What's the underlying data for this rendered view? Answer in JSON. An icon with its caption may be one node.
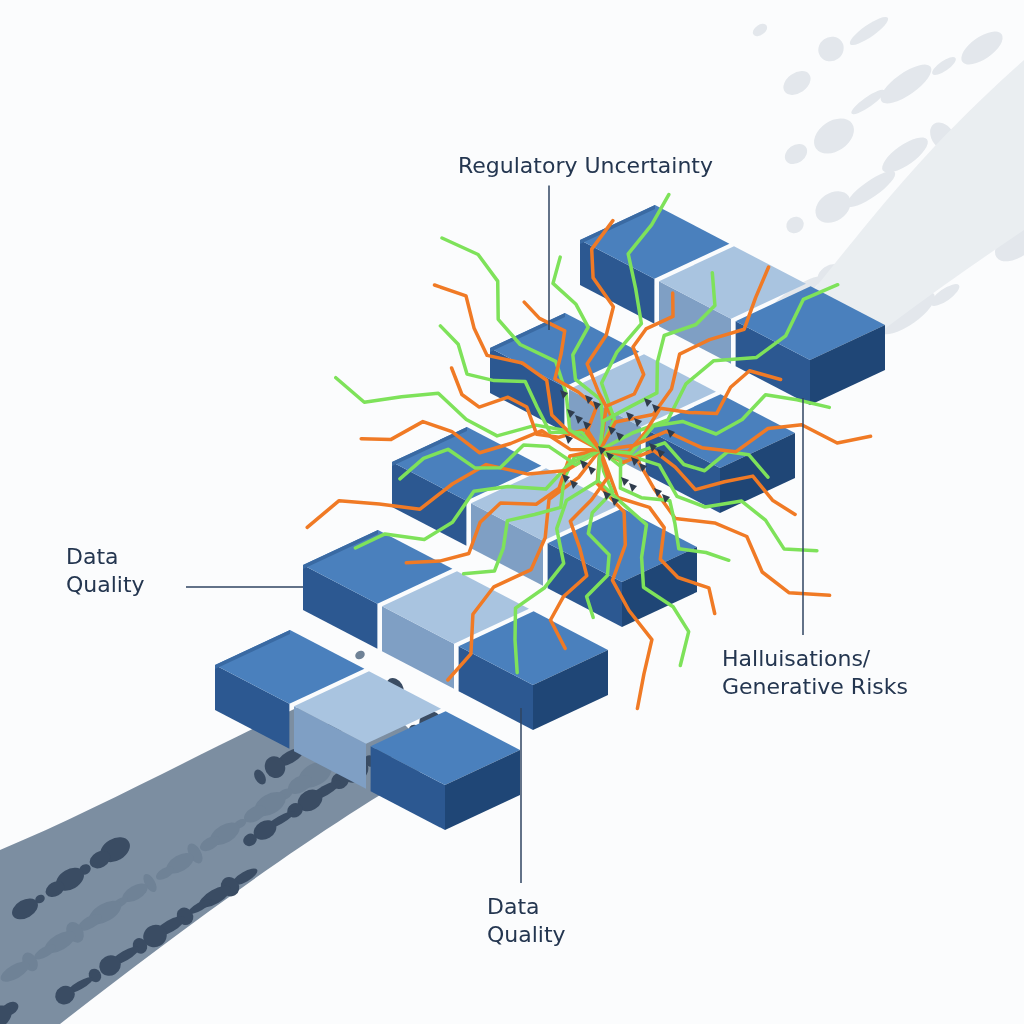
{
  "diagram": {
    "nodes": [
      {
        "text": [
          "Regulatory Uncertainty"
        ]
      },
      {
        "text": [],
        "shape": "bar"
      },
      {
        "text": [
          "Data Quality"
        ]
      },
      {
        "text": [],
        "shape": "bar"
      },
      {
        "text": [
          "Halluisations/ Generative Risks"
        ]
      },
      {
        "text": [],
        "shape": "bar"
      },
      {
        "text": [
          "Data Quality"
        ]
      },
      {
        "text": [],
        "shape": "bar"
      },
      {
        "text": [],
        "shape": "bar"
      }
    ],
    "edges": [
      {
        "from": 0,
        "to": 1,
        "arrow": "none"
      },
      {
        "from": 2,
        "to": 3,
        "arrow": "none"
      },
      {
        "from": 4,
        "to": 5,
        "arrow": "none"
      },
      {
        "from": 6,
        "to": 7,
        "arrow": "none"
      }
    ]
  }
}
